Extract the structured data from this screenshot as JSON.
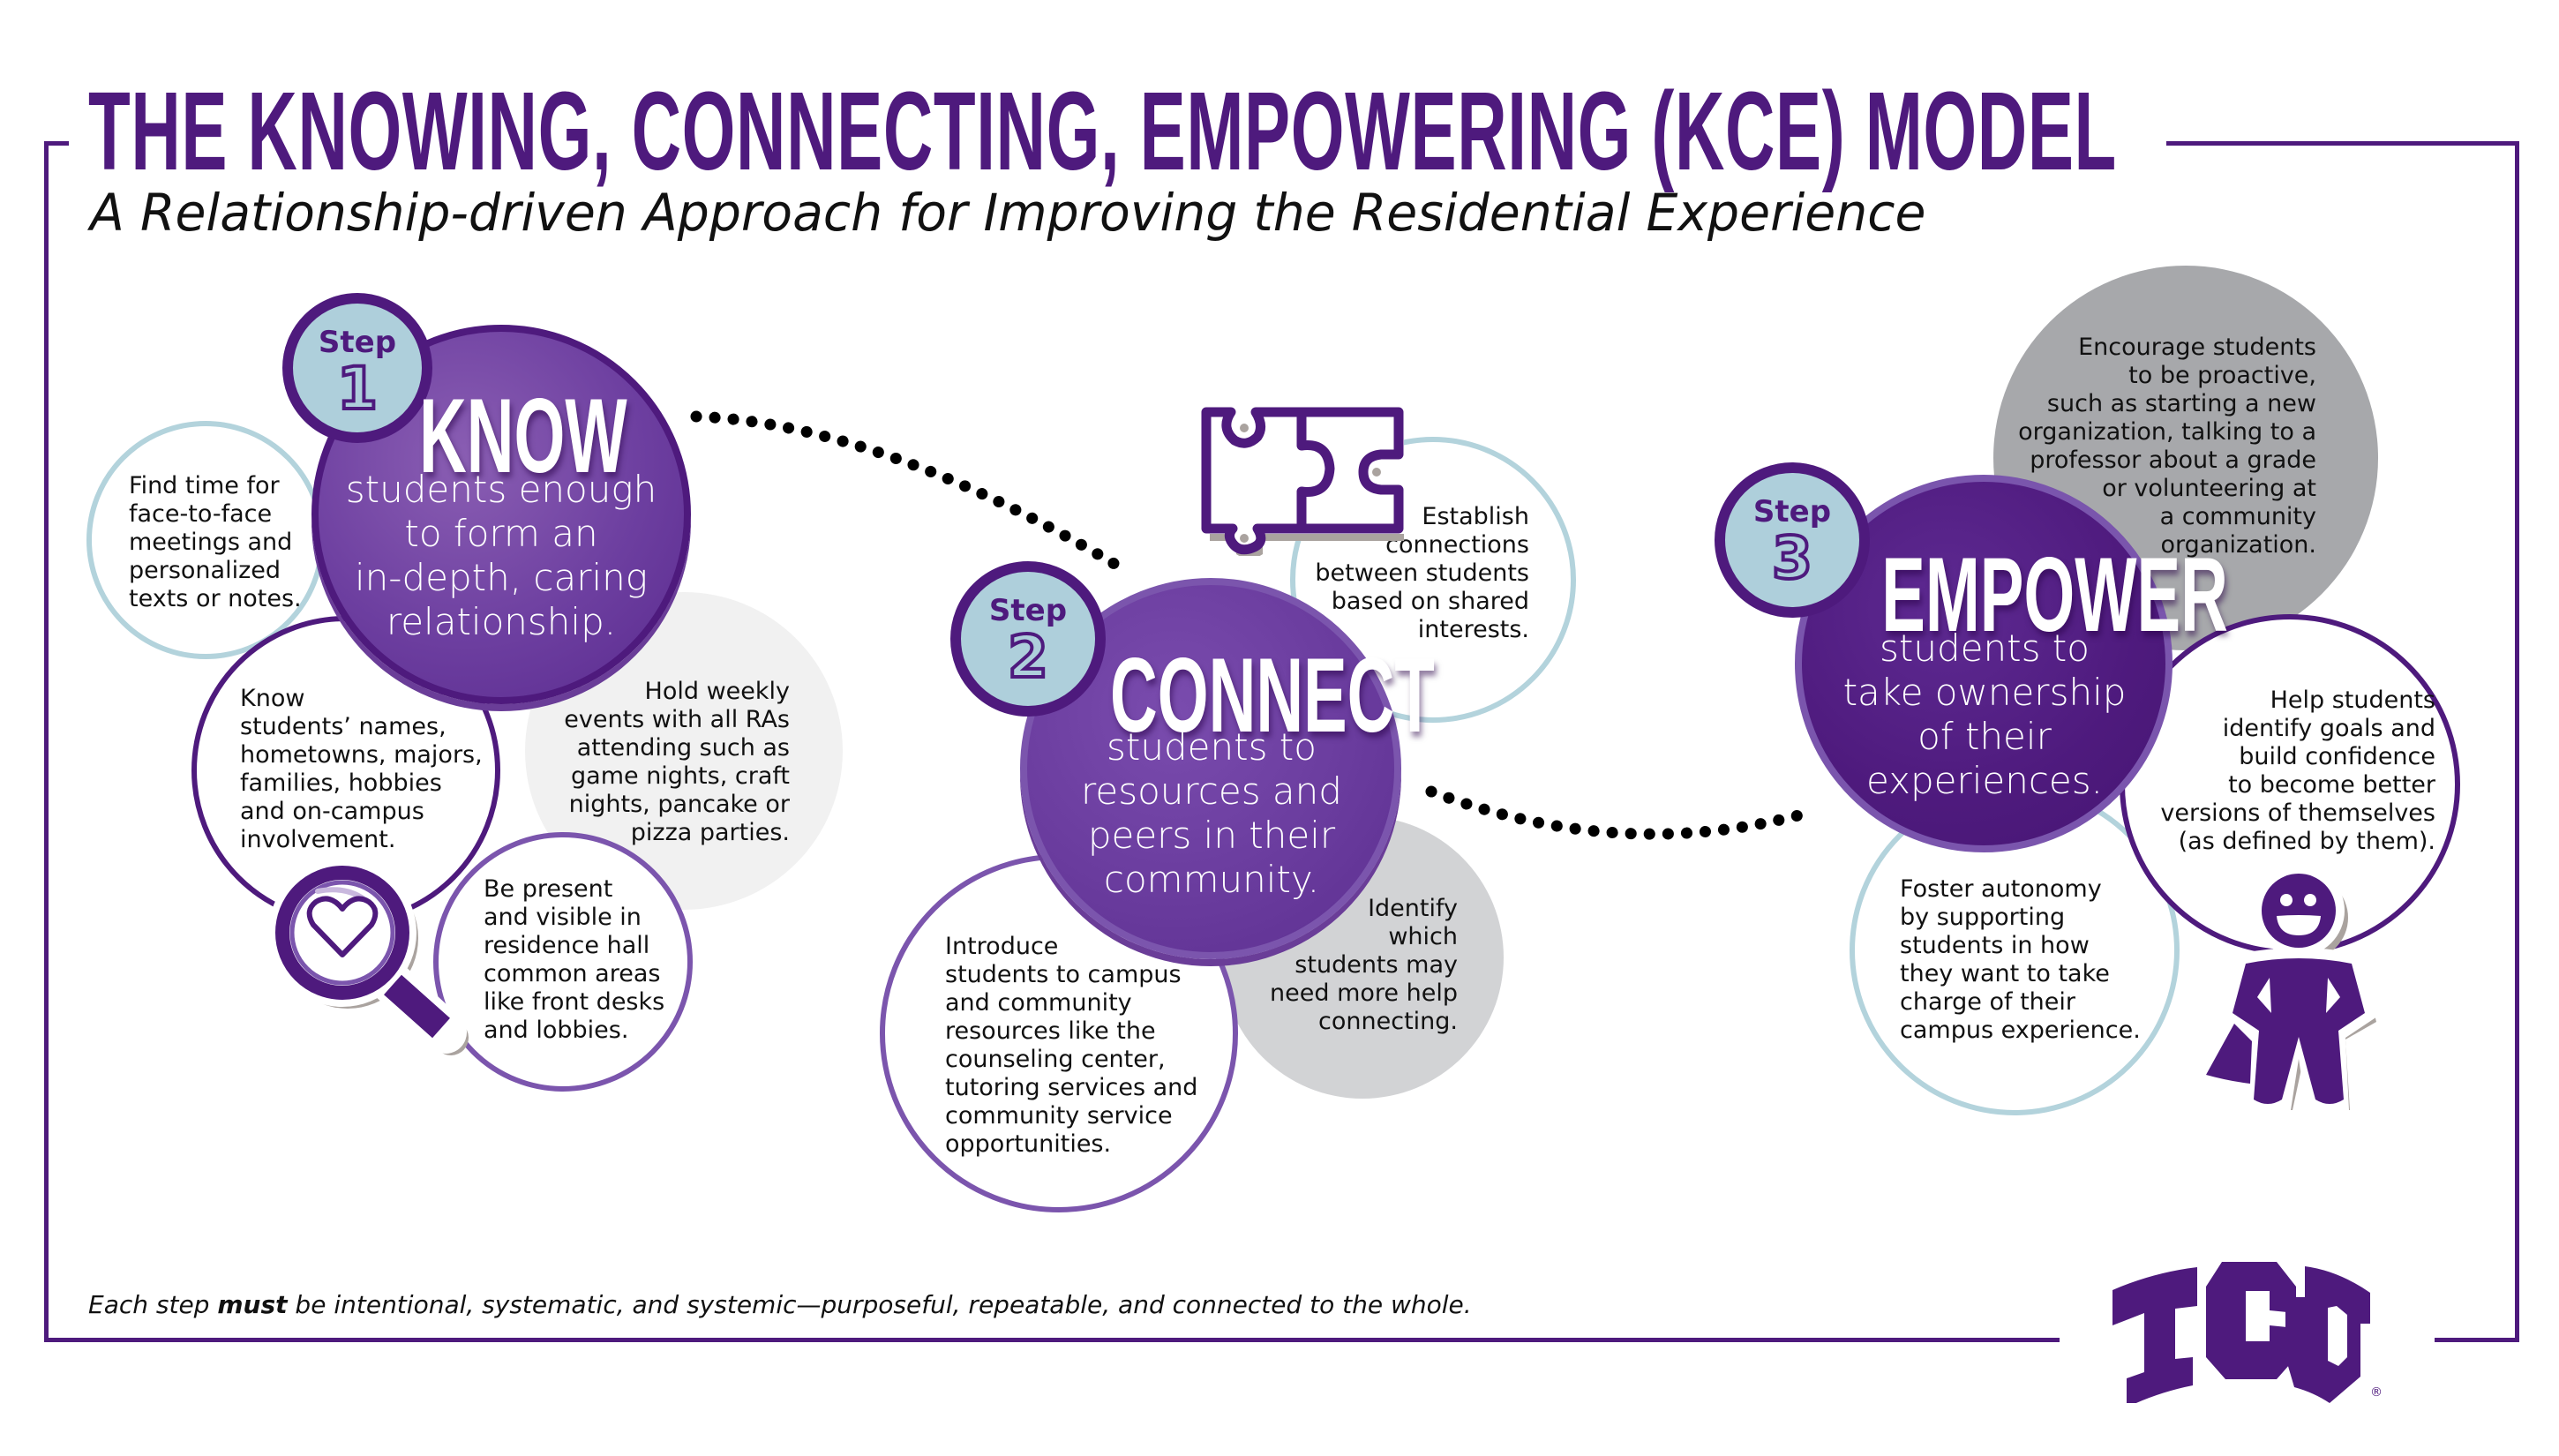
{
  "header": {
    "title": "THE KNOWING, CONNECTING, EMPOWERING (KCE) MODEL",
    "subtitle": "A Relationship-driven Approach for Improving the Residential Experience"
  },
  "colors": {
    "brand_purple": "#4e1a7d",
    "main_purple_light": "#7b55ad",
    "badge_blue": "#aecfdb",
    "outline_blue": "#b3d3dc",
    "gray_light": "#f1f1f1",
    "gray_mid": "#d2d3d5",
    "gray_dark": "#a7a8ab"
  },
  "steps": [
    {
      "step_label": "Step",
      "step_number": "1",
      "verb": "KNOW",
      "description": "students enough\nto form an\nin-depth, caring\nrelationship.",
      "icon": "magnifier-heart-icon",
      "tips": [
        "Find time for\nface-to-face\nmeetings and\npersonalized\ntexts or notes.",
        "Know\nstudents’ names,\nhometowns, majors,\nfamilies, hobbies\nand on-campus\ninvolvement.",
        "Hold weekly\nevents with all RAs\nattending such as\ngame nights, craft\nnights, pancake or\npizza parties.",
        "Be present\nand visible in\nresidence hall\ncommon areas\nlike front desks\nand lobbies."
      ]
    },
    {
      "step_label": "Step",
      "step_number": "2",
      "verb": "CONNECT",
      "description": "students to\nresources and\npeers in their\ncommunity.",
      "icon": "puzzle-pieces-icon",
      "tips": [
        "Establish\nconnections\nbetween students\nbased on shared\ninterests.",
        "Identify\nwhich\nstudents may\nneed more help\nconnecting.",
        "Introduce\nstudents to campus\nand community\nresources like the\ncounseling center,\ntutoring services and\ncommunity service\nopportunities."
      ]
    },
    {
      "step_label": "Step",
      "step_number": "3",
      "verb": "EMPOWER",
      "description": "students to\ntake ownership\nof their\nexperiences.",
      "icon": "superhero-icon",
      "tips": [
        "Encourage students\nto be proactive,\nsuch as starting a new\norganization, talking to a\nprofessor about a grade\nor volunteering at\na community\norganization.",
        "Help students\nidentify goals and\nbuild confidence\nto become better\nversions of themselves\n(as defined by them).",
        "Foster autonomy\nby supporting\nstudents in how\nthey want to take\ncharge of their\ncampus experience."
      ]
    }
  ],
  "footer": {
    "note_prefix": "Each step ",
    "note_emphasis": "must",
    "note_suffix": " be intentional, systematic, and systemic—purposeful, repeatable, and connected to the whole.",
    "logo_text": "TCU",
    "logo_mark": "®"
  }
}
